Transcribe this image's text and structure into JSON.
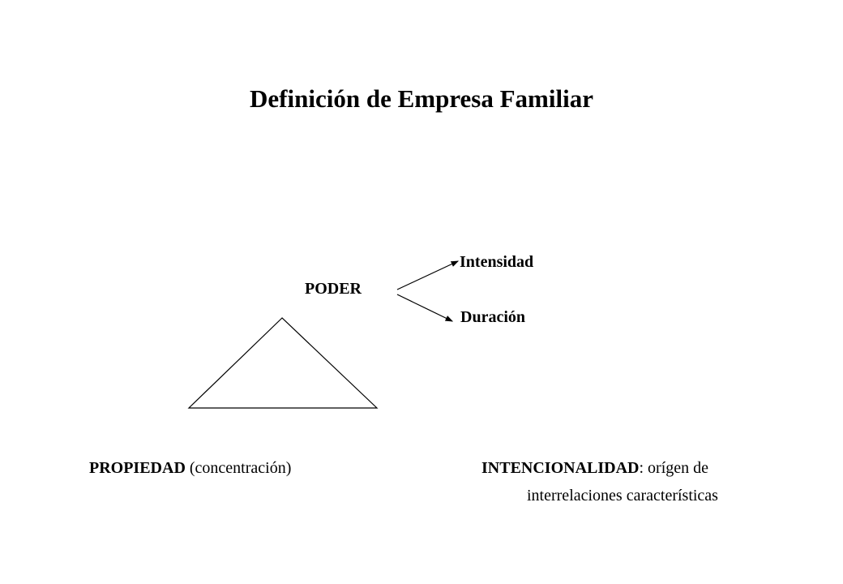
{
  "slide": {
    "title": "Definición de Empresa Familiar"
  },
  "diagram": {
    "poder": "PODER",
    "poder_branches": [
      "Intensidad",
      "Duración"
    ],
    "propiedad": {
      "label": "PROPIEDAD",
      "detail": "(concentración)"
    },
    "intencionalidad": {
      "label": "INTENCIONALIDAD",
      "detail": ": orígen de",
      "detail_line2": "interrelaciones características"
    }
  }
}
